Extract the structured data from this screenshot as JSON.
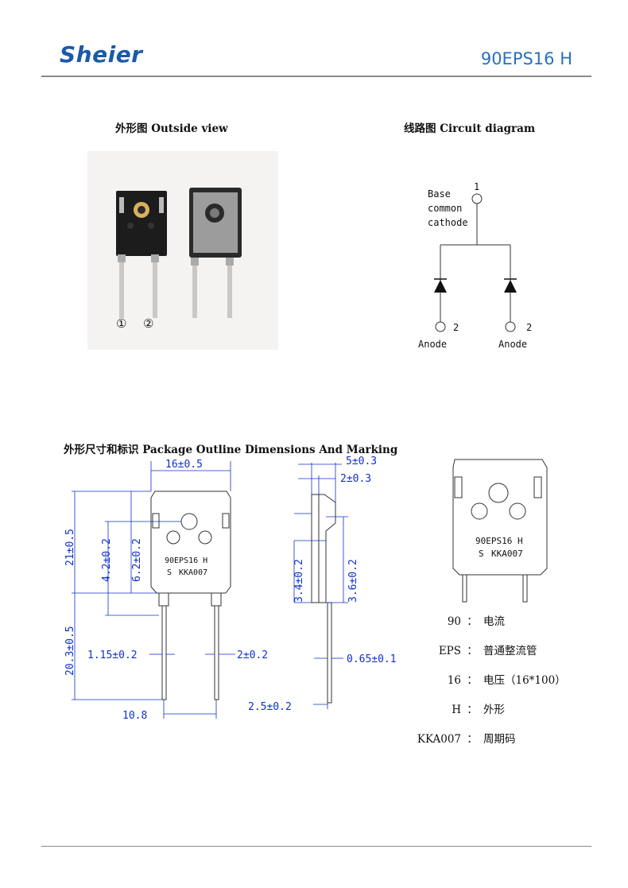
{
  "header": {
    "logo": "Sheier",
    "part_number": "90EPS16 H"
  },
  "outside_view": {
    "title": "外形图  Outside view",
    "pin1": "①",
    "pin2": "②"
  },
  "circuit": {
    "title": "线路图  Circuit diagram",
    "base_label_1": "Base",
    "base_label_2": "common",
    "base_label_3": "cathode",
    "pin_base": "1",
    "pin_anode_left": "2",
    "pin_anode_right": "2",
    "anode_left": "Anode",
    "anode_right": "Anode"
  },
  "package": {
    "title": "外形尺寸和标识  Package Outline Dimensions And Marking",
    "dims": {
      "width": "16±0.5",
      "height_total": "21±0.5",
      "hole_pos": "4.2±0.2",
      "body_mid": "6.2±0.2",
      "lead_len": "20.3±0.5",
      "lead_w": "1.15±0.2",
      "lead_w2": "2±0.2",
      "pitch": "10.8",
      "thick": "5±0.3",
      "tab": "2±0.3",
      "side_a": "3.4±0.2",
      "side_b": "3.6±0.2",
      "lead_t": "0.65±0.1",
      "lead_off": "2.5±0.2"
    },
    "marking_line1": "90EPS16 H",
    "marking_line2": "KKA007",
    "marking_logo": "S"
  },
  "marking_key": [
    {
      "code": "90",
      "colon": "：",
      "desc": "电流"
    },
    {
      "code": "EPS",
      "colon": "：",
      "desc": "普通整流管"
    },
    {
      "code": "16",
      "colon": "：",
      "desc": "电压（16*100）"
    },
    {
      "code": "H",
      "colon": "：",
      "desc": "外形"
    },
    {
      "code": "KKA007",
      "colon": "：",
      "desc": "周期码"
    }
  ],
  "colors": {
    "logo": "#1a5aa8",
    "part_number": "#2a6fc0",
    "dimension": "#1030c8"
  }
}
